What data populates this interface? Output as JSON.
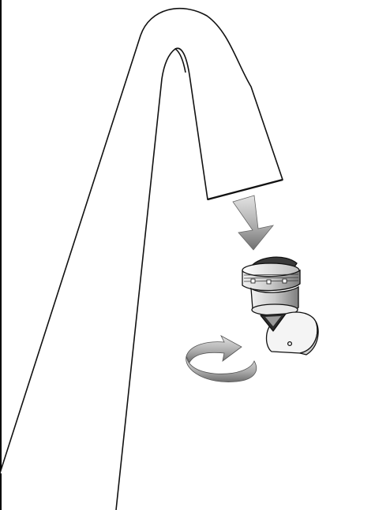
{
  "illustration": {
    "colors": {
      "line": "#111111",
      "body": "#ffffff",
      "arrow_light": "#d9d9d9",
      "arrow_mid": "#b0b0b0",
      "arrow_dark": "#6e6e6e",
      "shade": "#2a2a2a",
      "insert_gray": "#9a9a9a"
    },
    "parts": [
      "faucet-spout",
      "install-arrow",
      "aerator",
      "aerator-key",
      "rotate-arrow"
    ]
  }
}
